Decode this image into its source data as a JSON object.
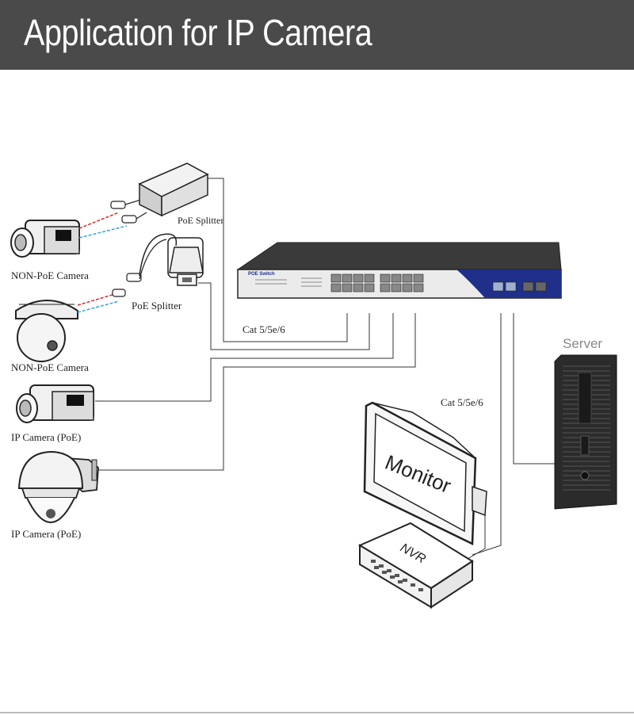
{
  "header": {
    "title": "Application for IP Camera"
  },
  "switch": {
    "brand_label": "POE Switch"
  },
  "devices": {
    "cam1_label": "NON-PoE Camera",
    "splitter1_label": "PoE Splitter",
    "cam2_label": "NON-PoE Camera",
    "splitter2_label": "PoE Splitter",
    "cam3_label": "IP Camera (PoE)",
    "cam4_label": "IP Camera (PoE)",
    "server_label": "Server",
    "monitor_label": "Monitor",
    "nvr_label": "NVR"
  },
  "cables": {
    "cable_label_left": "Cat 5/5e/6",
    "cable_label_right": "Cat 5/5e/6"
  },
  "colors": {
    "banner_bg": "#4a4a4a",
    "switch_accent": "#1f2f8a",
    "power_wire": "#e0282a",
    "data_wire": "#3aa0e0"
  }
}
